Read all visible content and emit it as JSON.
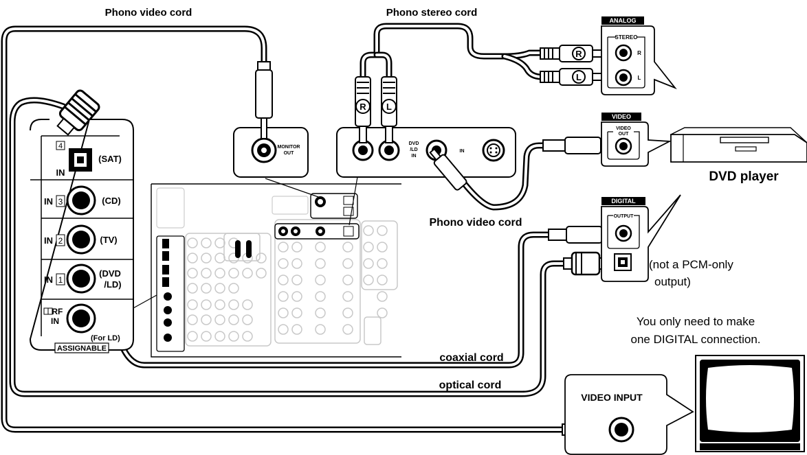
{
  "labels": {
    "phono_video_cord_top": "Phono video cord",
    "phono_stereo_cord": "Phono stereo cord",
    "phono_video_cord_mid": "Phono video cord",
    "coaxial_cord": "coaxial cord",
    "optical_cord": "optical cord",
    "dvd_player": "DVD player",
    "not_pcm_line1": "(not a PCM-only",
    "not_pcm_line2": "output)",
    "note_line1": "You only need to make",
    "note_line2": "one DIGITAL connection."
  },
  "dvd_panels": {
    "analog_header": "ANALOG",
    "stereo": "STEREO",
    "r": "R",
    "l": "L",
    "video_header": "VIDEO",
    "video_out": "VIDEO",
    "video_out2": "OUT",
    "digital_header": "DIGITAL",
    "output": "OUTPUT"
  },
  "plugs": {
    "r": "R",
    "l": "L"
  },
  "tv": {
    "video_input": "VIDEO INPUT"
  },
  "receiver_zoom": {
    "monitor_out": "MONITOR",
    "monitor_out2": "OUT",
    "dvd": "DVD",
    "ld": "/LD",
    "in": "IN",
    "s_in": "IN"
  },
  "assignable": {
    "num4": "4",
    "in_label": "IN",
    "sat": "(SAT)",
    "in3": "IN",
    "num3": "3",
    "cd": "(CD)",
    "in2": "IN",
    "num2": "2",
    "tv": "(TV)",
    "in1": "IN",
    "num1": "1",
    "dvd_ld": "(DVD",
    "dvd_ld2": "/LD)",
    "rf": " RF",
    "rf_in": "IN",
    "for_ld": "(For LD)",
    "title": "ASSIGNABLE"
  }
}
